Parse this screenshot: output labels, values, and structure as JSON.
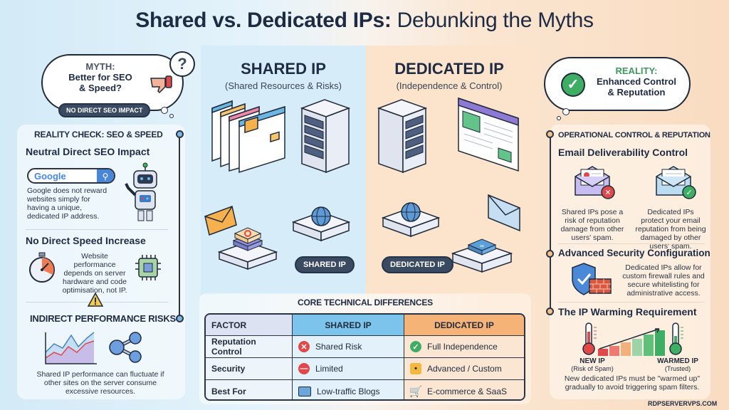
{
  "title": {
    "bold": "Shared vs. Dedicated IPs:",
    "regular": "Debunking the Myths"
  },
  "myth_bubble": {
    "label": "MYTH:",
    "text_line1": "Better for SEO",
    "text_line2": "& Speed?",
    "badge": "NO DIRECT SEO IMPACT",
    "icons": [
      "question-mark-icon",
      "thumbs-down-icon"
    ]
  },
  "reality_bubble": {
    "label": "REALITY:",
    "text_line1": "Enhanced Control",
    "text_line2": "& Reputation",
    "icon": "check-circle-icon"
  },
  "left_panel": {
    "heading": "REALITY CHECK: SEO & SPEED",
    "sections": [
      {
        "title": "Neutral Direct SEO Impact",
        "search_text": "Google",
        "body": "Google does not reward websites simply for having a unique, dedicated IP address.",
        "icons": [
          "search-bar-icon",
          "robot-icon"
        ]
      },
      {
        "title": "No Direct Speed Increase",
        "body": "Website performance depends on server hardware and code optimisation, not IP.",
        "icons": [
          "stopwatch-icon",
          "cpu-chip-icon"
        ]
      },
      {
        "title": "INDIRECT PERFORMANCE RISKS",
        "body": "Shared IP performance can fluctuate if other sites on the server consume excessive resources.",
        "icons": [
          "warning-icon",
          "area-chart-icon",
          "share-network-icon"
        ]
      }
    ]
  },
  "shared_column": {
    "heading": "SHARED IP",
    "subheading": "(Shared Resources & Risks)",
    "pill": "SHARED IP",
    "icons": [
      "stacked-browser-windows-icon",
      "server-rack-icon",
      "envelope-icon",
      "globe-router-icon",
      "app-stack-server-icon"
    ]
  },
  "dedicated_column": {
    "heading": "DEDICATED IP",
    "subheading": "(Independence & Control)",
    "pill": "DEDICATED IP",
    "icons": [
      "server-rack-icon",
      "browser-window-icon",
      "globe-router-icon",
      "envelope-icon",
      "link-server-icon"
    ]
  },
  "table": {
    "title": "CORE TECHNICAL DIFFERENCES",
    "headers": [
      "FACTOR",
      "SHARED IP",
      "DEDICATED IP"
    ],
    "rows": [
      {
        "factor": "Reputation Control",
        "shared": "Shared Risk",
        "shared_icon": "x-circle-icon",
        "dedicated": "Full Independence",
        "dedicated_icon": "check-circle-icon"
      },
      {
        "factor": "Security",
        "shared": "Limited",
        "shared_icon": "minus-circle-icon",
        "dedicated": "Advanced / Custom",
        "dedicated_icon": "padlock-icon"
      },
      {
        "factor": "Best For",
        "shared": "Low-traffic Blogs",
        "shared_icon": "browser-icon",
        "dedicated": "E-commerce & SaaS",
        "dedicated_icon": "shopping-cart-icon"
      }
    ],
    "colors": {
      "factor_header": "#dde2f3",
      "shared_header": "#7dc4ec",
      "dedicated_header": "#f6b377"
    }
  },
  "right_panel": {
    "heading": "OPERATIONAL CONTROL & REPUTATION",
    "email": {
      "title": "Email Deliverability Control",
      "shared_text": "Shared IPs pose a risk of reputation damage from other users' spam.",
      "dedicated_text": "Dedicated IPs protect your email reputation from being damaged by other users' spam."
    },
    "security": {
      "title": "Advanced Security Configuration",
      "body": "Dedicated IPs allow for custom firewall rules and secure whitelisting for administrative access."
    },
    "warming": {
      "title": "The IP Warming Requirement",
      "new_label": "NEW IP",
      "new_sub": "(Risk of Spam)",
      "warm_label": "WARMED IP",
      "warm_sub": "(Trusted)",
      "body": "New dedicated IPs must be \"warmed up\" gradually to avoid triggering spam filters.",
      "bar_colors": [
        "#e0484a",
        "#ee7b72",
        "#f2b07a",
        "#9ed3a7",
        "#5fbf7b",
        "#3fae65"
      ]
    }
  },
  "footer": {
    "watermark": "RDPSERVERVPS.COM"
  },
  "colors": {
    "shared_bg": "#d6ecf8",
    "dedicated_bg": "#fbe3cc",
    "dark": "#1e2b44",
    "red": "#e0484a",
    "green": "#3fae65"
  }
}
